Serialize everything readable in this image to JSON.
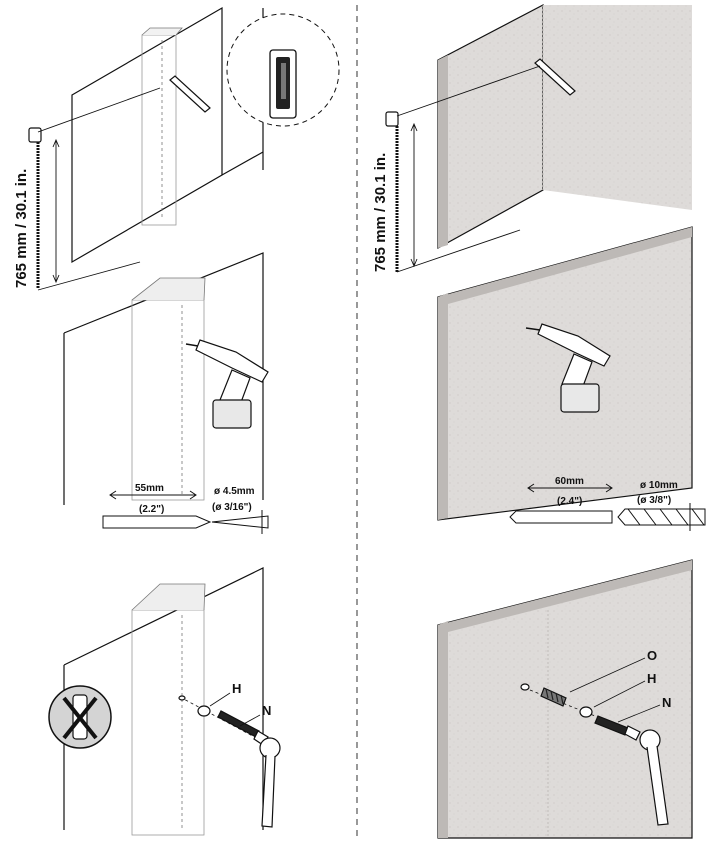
{
  "colors": {
    "line": "#111111",
    "concrete": "#dedbd9",
    "concrete_edge": "#bdb9b6",
    "sign_fill": "#d4d4d4"
  },
  "left_column": {
    "height_label": "765 mm / 30.1 in.",
    "drill_depth": "55mm",
    "drill_depth_in": "(2.2\")",
    "drill_diameter": "ø 4.5mm",
    "drill_diameter_in": "(ø 3/16\")",
    "part_h": "H",
    "part_n": "N"
  },
  "right_column": {
    "height_label": "765 mm / 30.1 in.",
    "drill_depth": "60mm",
    "drill_depth_in": "(2.4\")",
    "drill_diameter": "ø 10mm",
    "drill_diameter_in": "(ø 3/8\")",
    "part_o": "O",
    "part_h": "H",
    "part_n": "N"
  }
}
